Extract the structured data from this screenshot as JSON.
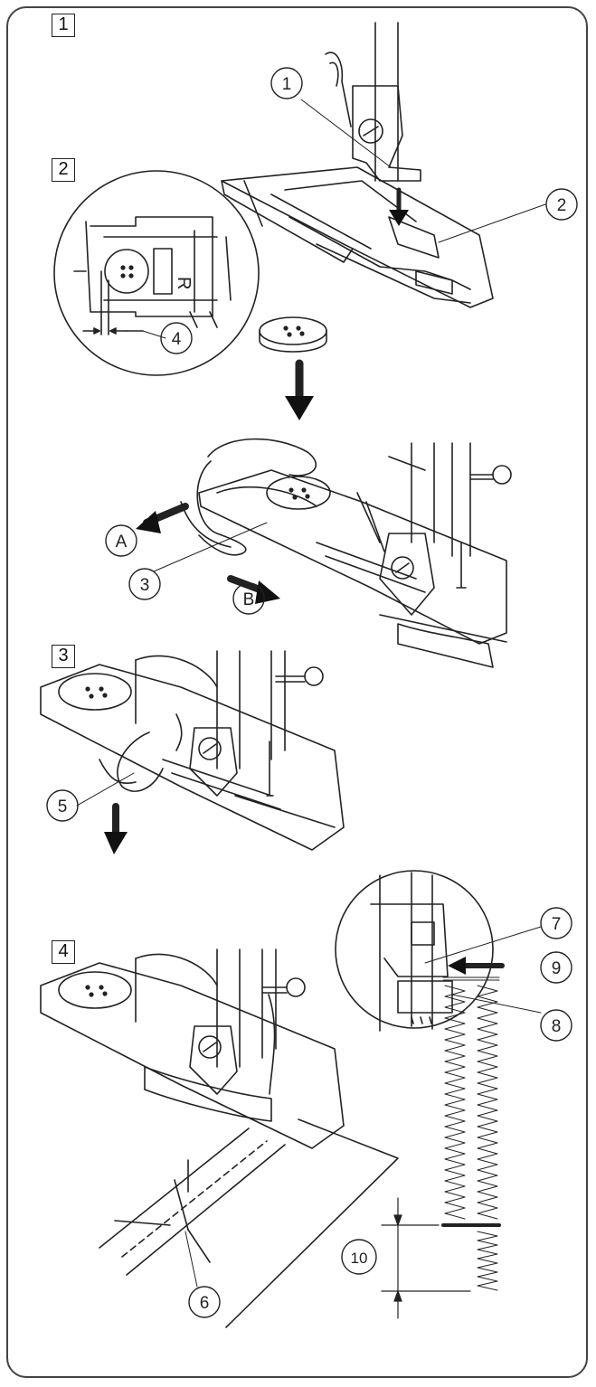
{
  "steps": [
    "1",
    "2",
    "3",
    "4"
  ],
  "callouts": [
    "1",
    "2",
    "3",
    "4",
    "5",
    "6",
    "7",
    "8",
    "9",
    "10"
  ],
  "letters": [
    "A",
    "B"
  ],
  "inset_label": "R",
  "colors": {
    "line": "#222222",
    "frame": "#444444",
    "arrow": "#111111"
  }
}
